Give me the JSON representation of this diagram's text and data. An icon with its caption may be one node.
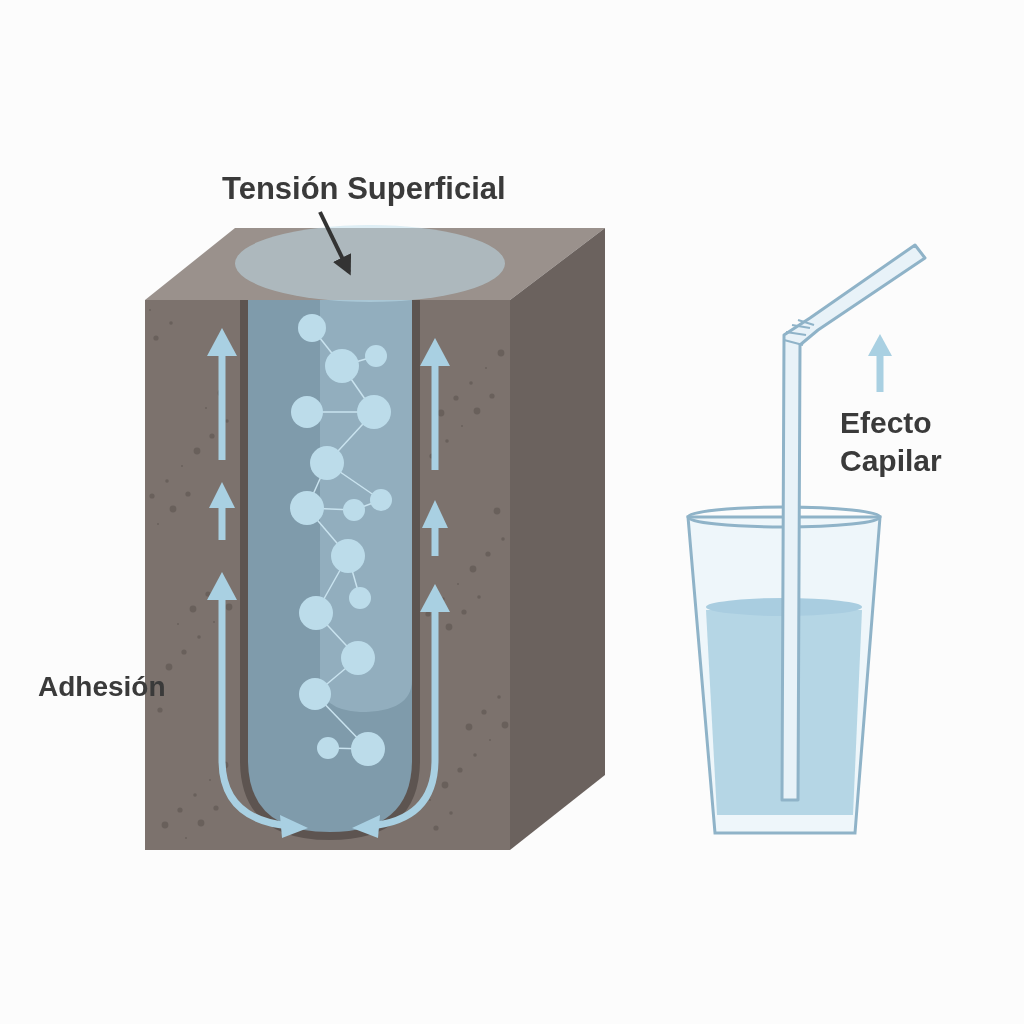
{
  "diagram": {
    "nodes": [
      {
        "text": [
          "Tensión Superficial"
        ]
      },
      {
        "text": [],
        "shape": "circle"
      }
    ],
    "edges": [
      {
        "from": 0,
        "to": 1,
        "arrow": "to"
      }
    ],
    "labels": [
      "Adhesión",
      "Efecto Capilar"
    ]
  }
}
